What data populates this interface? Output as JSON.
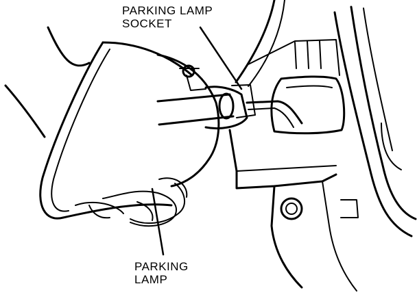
{
  "labels": {
    "socket": {
      "line1": "PARKING LAMP",
      "line2": "SOCKET"
    },
    "lamp": {
      "line1": "PARKING",
      "line2": "LAMP"
    }
  },
  "colors": {
    "ink": "#000000",
    "paper": "#ffffff"
  }
}
